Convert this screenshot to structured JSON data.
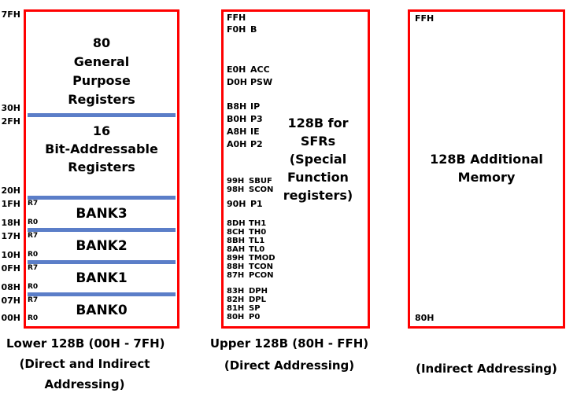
{
  "colors": {
    "box_border": "#ff0000",
    "divider_bar": "#5b7ec8",
    "text": "#000000"
  },
  "lower": {
    "outer_addresses": [
      "7FH",
      "30H",
      "2FH",
      "20H",
      "1FH",
      "18H",
      "17H",
      "10H",
      "0FH",
      "08H",
      "07H",
      "00H"
    ],
    "register_markers": [
      "R7",
      "R0",
      "R7",
      "R0",
      "R7",
      "R0",
      "R7",
      "R0"
    ],
    "general_purpose_text": "80\nGeneral\nPurpose\nRegisters",
    "bit_addressable_text": "16\nBit-Addressable\nRegisters",
    "banks": [
      "BANK3",
      "BANK2",
      "BANK1",
      "BANK0"
    ],
    "caption_title": "Lower 128B (00H - 7FH)",
    "caption_sub": "(Direct and Indirect\nAddressing)"
  },
  "upper": {
    "rows": [
      {
        "addr": "FFH",
        "name": ""
      },
      {
        "addr": "F0H",
        "name": "B"
      },
      {
        "addr": "E0H",
        "name": "ACC"
      },
      {
        "addr": "D0H",
        "name": "PSW"
      },
      {
        "addr": "B8H",
        "name": "IP"
      },
      {
        "addr": "B0H",
        "name": "P3"
      },
      {
        "addr": "A8H",
        "name": "IE"
      },
      {
        "addr": "A0H",
        "name": "P2"
      },
      {
        "addr": "99H",
        "name": "SBUF"
      },
      {
        "addr": "98H",
        "name": "SCON"
      },
      {
        "addr": "90H",
        "name": "P1"
      },
      {
        "addr": "8DH",
        "name": "TH1"
      },
      {
        "addr": "8CH",
        "name": "TH0"
      },
      {
        "addr": "8BH",
        "name": "TL1"
      },
      {
        "addr": "8AH",
        "name": "TL0"
      },
      {
        "addr": "89H",
        "name": "TMOD"
      },
      {
        "addr": "88H",
        "name": "TCON"
      },
      {
        "addr": "87H",
        "name": "PCON"
      },
      {
        "addr": "83H",
        "name": "DPH"
      },
      {
        "addr": "82H",
        "name": "DPL"
      },
      {
        "addr": "81H",
        "name": "SP"
      },
      {
        "addr": "80H",
        "name": "P0"
      }
    ],
    "center_text": "128B for\nSFRs\n(Special\nFunction\nregisters)",
    "caption_title": "Upper 128B (80H - FFH)",
    "caption_sub": "(Direct Addressing)"
  },
  "additional": {
    "top_addr": "FFH",
    "bottom_addr": "80H",
    "center_text": "128B Additional\nMemory",
    "caption_sub": "(Indirect Addressing)"
  }
}
